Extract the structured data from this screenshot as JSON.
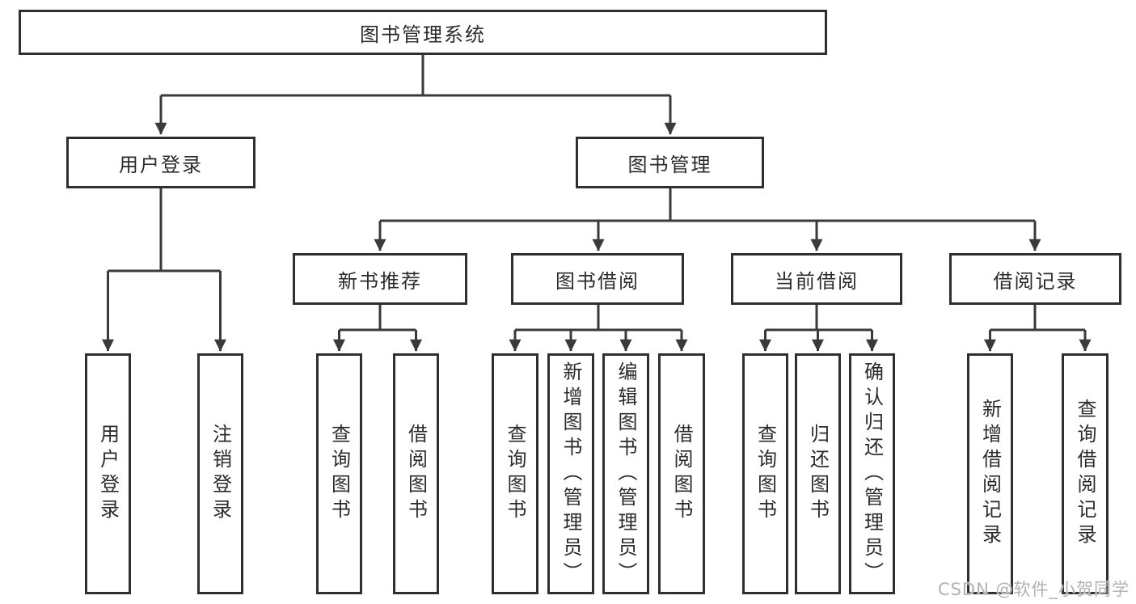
{
  "diagram": {
    "root": {
      "label": "图书管理系统"
    },
    "branches": [
      {
        "label": "用户登录",
        "children": [
          {
            "label": "用户登录"
          },
          {
            "label": "注销登录"
          }
        ]
      },
      {
        "label": "图书管理",
        "children": [
          {
            "label": "新书推荐",
            "children": [
              {
                "label": "查询图书"
              },
              {
                "label": "借阅图书"
              }
            ]
          },
          {
            "label": "图书借阅",
            "children": [
              {
                "label": "查询图书"
              },
              {
                "label": "新增图书（管理员）"
              },
              {
                "label": "编辑图书（管理员）"
              },
              {
                "label": "借阅图书"
              }
            ]
          },
          {
            "label": "当前借阅",
            "children": [
              {
                "label": "查询图书"
              },
              {
                "label": "归还图书"
              },
              {
                "label": "确认归还（管理员）"
              }
            ]
          },
          {
            "label": "借阅记录",
            "children": [
              {
                "label": "新增借阅记录"
              },
              {
                "label": "查询借阅记录"
              }
            ]
          }
        ]
      }
    ]
  },
  "watermark": {
    "text": "CSDN @软件_小贺同学"
  },
  "colors": {
    "line": "#3a3a3a",
    "border": "#2f2f2f",
    "text": "#2b2b2b",
    "watermark": "#b2b2b2"
  }
}
